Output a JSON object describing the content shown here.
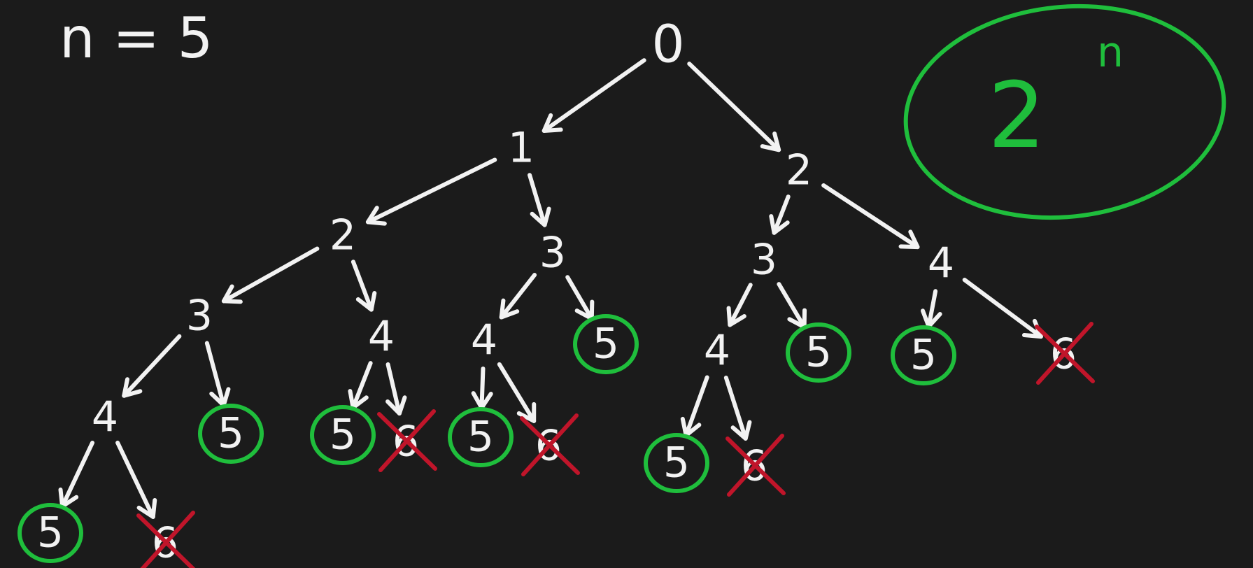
{
  "header": {
    "label": "n = 5"
  },
  "formula": {
    "base": "2",
    "exponent": "n"
  },
  "colors": {
    "background": "#1b1b1b",
    "ink": "#f2f2f2",
    "valid": "#1fbe3c",
    "invalid": "#c0152a"
  },
  "nodes": [
    {
      "id": "root",
      "label": "0",
      "status": "root"
    },
    {
      "id": "a",
      "label": "1",
      "status": "normal"
    },
    {
      "id": "b",
      "label": "2",
      "status": "normal"
    },
    {
      "id": "c",
      "label": "2",
      "status": "normal"
    },
    {
      "id": "d",
      "label": "3",
      "status": "normal"
    },
    {
      "id": "e",
      "label": "3",
      "status": "normal"
    },
    {
      "id": "f",
      "label": "4",
      "status": "normal"
    },
    {
      "id": "g",
      "label": "3",
      "status": "normal"
    },
    {
      "id": "h",
      "label": "4",
      "status": "normal"
    },
    {
      "id": "i",
      "label": "4",
      "status": "normal"
    },
    {
      "id": "j",
      "label": "5",
      "status": "valid"
    },
    {
      "id": "k",
      "label": "4",
      "status": "normal"
    },
    {
      "id": "l",
      "label": "5",
      "status": "valid"
    },
    {
      "id": "m",
      "label": "5",
      "status": "valid"
    },
    {
      "id": "n6",
      "label": "6",
      "status": "invalid"
    },
    {
      "id": "o",
      "label": "4",
      "status": "normal"
    },
    {
      "id": "p",
      "label": "5",
      "status": "valid"
    },
    {
      "id": "q",
      "label": "5",
      "status": "valid"
    },
    {
      "id": "r",
      "label": "6",
      "status": "invalid"
    },
    {
      "id": "s",
      "label": "5",
      "status": "valid"
    },
    {
      "id": "t",
      "label": "6",
      "status": "invalid"
    },
    {
      "id": "u",
      "label": "5",
      "status": "valid"
    },
    {
      "id": "v",
      "label": "6",
      "status": "invalid"
    },
    {
      "id": "w",
      "label": "5",
      "status": "valid"
    },
    {
      "id": "x",
      "label": "6",
      "status": "invalid"
    }
  ],
  "edges": [
    [
      "root",
      "a"
    ],
    [
      "root",
      "b"
    ],
    [
      "a",
      "c"
    ],
    [
      "a",
      "d"
    ],
    [
      "b",
      "e"
    ],
    [
      "b",
      "f"
    ],
    [
      "c",
      "g"
    ],
    [
      "c",
      "h"
    ],
    [
      "d",
      "i"
    ],
    [
      "d",
      "j"
    ],
    [
      "e",
      "k"
    ],
    [
      "e",
      "l"
    ],
    [
      "f",
      "m"
    ],
    [
      "f",
      "n6"
    ],
    [
      "g",
      "o"
    ],
    [
      "g",
      "p"
    ],
    [
      "h",
      "q"
    ],
    [
      "h",
      "r"
    ],
    [
      "i",
      "s"
    ],
    [
      "i",
      "t"
    ],
    [
      "k",
      "u"
    ],
    [
      "k",
      "v"
    ],
    [
      "o",
      "w"
    ],
    [
      "o",
      "x"
    ]
  ]
}
